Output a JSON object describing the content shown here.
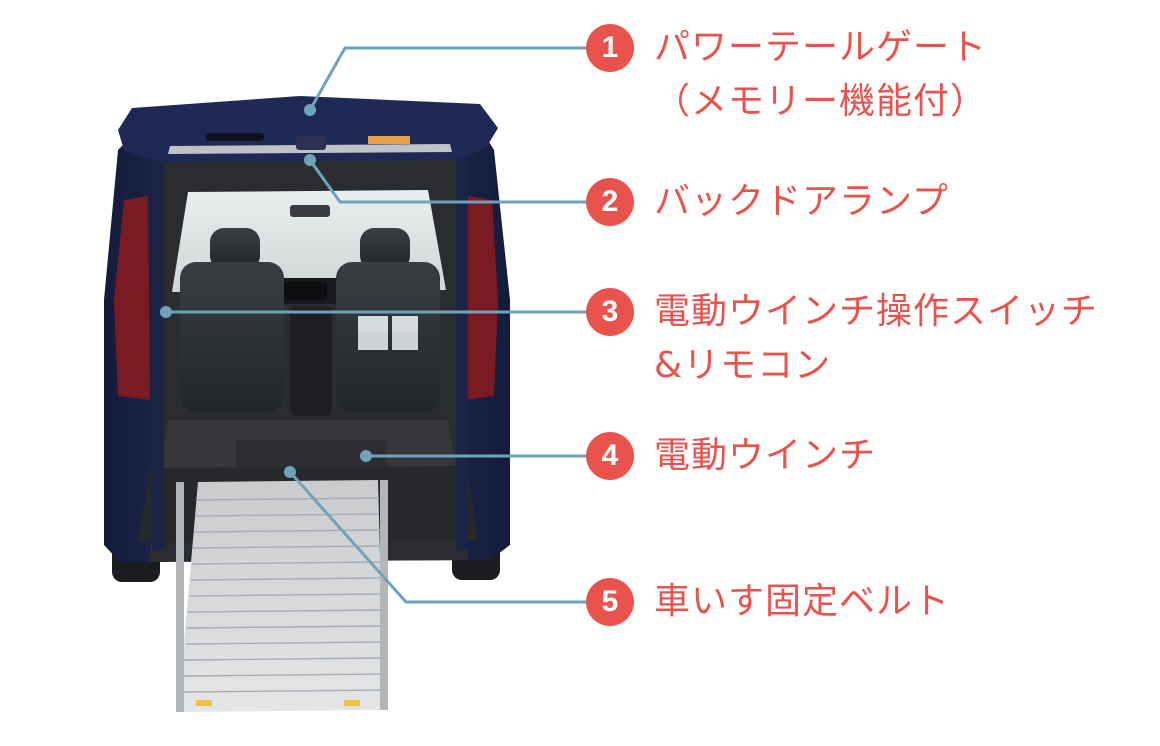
{
  "colors": {
    "accent": "#e8544d",
    "leader_line": "#6fa3b8",
    "body_navy": "#1f2a52"
  },
  "callouts": [
    {
      "number": "1",
      "label": "パワーテールゲート\n（メモリー機能付）"
    },
    {
      "number": "2",
      "label": "バックドアランプ"
    },
    {
      "number": "3",
      "label": "電動ウインチ操作スイッチ\n&リモコン"
    },
    {
      "number": "4",
      "label": "電動ウインチ"
    },
    {
      "number": "5",
      "label": "車いす固定ベルト"
    }
  ]
}
